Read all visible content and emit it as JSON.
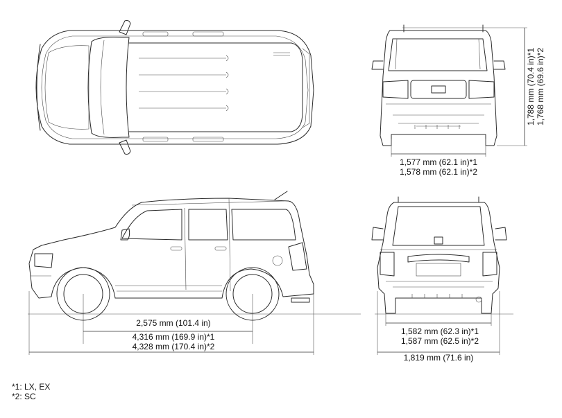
{
  "dimensions": {
    "front_track_1": "1,577 mm (62.1 in)*1",
    "front_track_2": "1,578 mm (62.1 in)*2",
    "height_1": "1,788 mm (70.4 in)*1",
    "height_2": "1,768 mm (69.6 in)*2",
    "wheelbase": "2,575 mm (101.4 in)",
    "length_1": "4,316 mm (169.9 in)*1",
    "length_2": "4,328 mm (170.4 in)*2",
    "rear_track_1": "1,582 mm (62.3 in)*1",
    "rear_track_2": "1,587 mm (62.5 in)*2",
    "width": "1,819 mm (71.6 in)"
  },
  "footnotes": {
    "note_1": "*1: LX, EX",
    "note_2": "*2: SC"
  },
  "views": [
    "top",
    "front",
    "side",
    "rear"
  ]
}
